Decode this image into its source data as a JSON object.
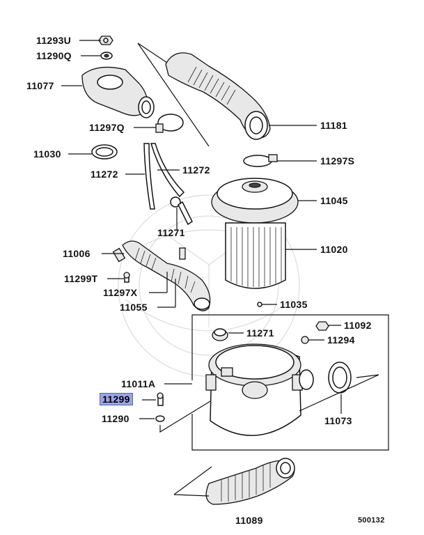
{
  "diagram_id": "500132",
  "highlight_color": "#9aa6e0",
  "labels": {
    "p11293U": "11293U",
    "p11290Q": "11290Q",
    "p11077": "11077",
    "p11297Q": "11297Q",
    "p11030": "11030",
    "p11272a": "11272",
    "p11272b": "11272",
    "p11271a": "11271",
    "p11181": "11181",
    "p11297S": "11297S",
    "p11045": "11045",
    "p11020": "11020",
    "p11006": "11006",
    "p11299T": "11299T",
    "p11297X": "11297X",
    "p11055": "11055",
    "p11035": "11035",
    "p11271b": "11271",
    "p11092": "11092",
    "p11294": "11294",
    "p11011A": "11011A",
    "p11299": "11299",
    "p11290": "11290",
    "p11073": "11073",
    "p11089": "11089"
  }
}
